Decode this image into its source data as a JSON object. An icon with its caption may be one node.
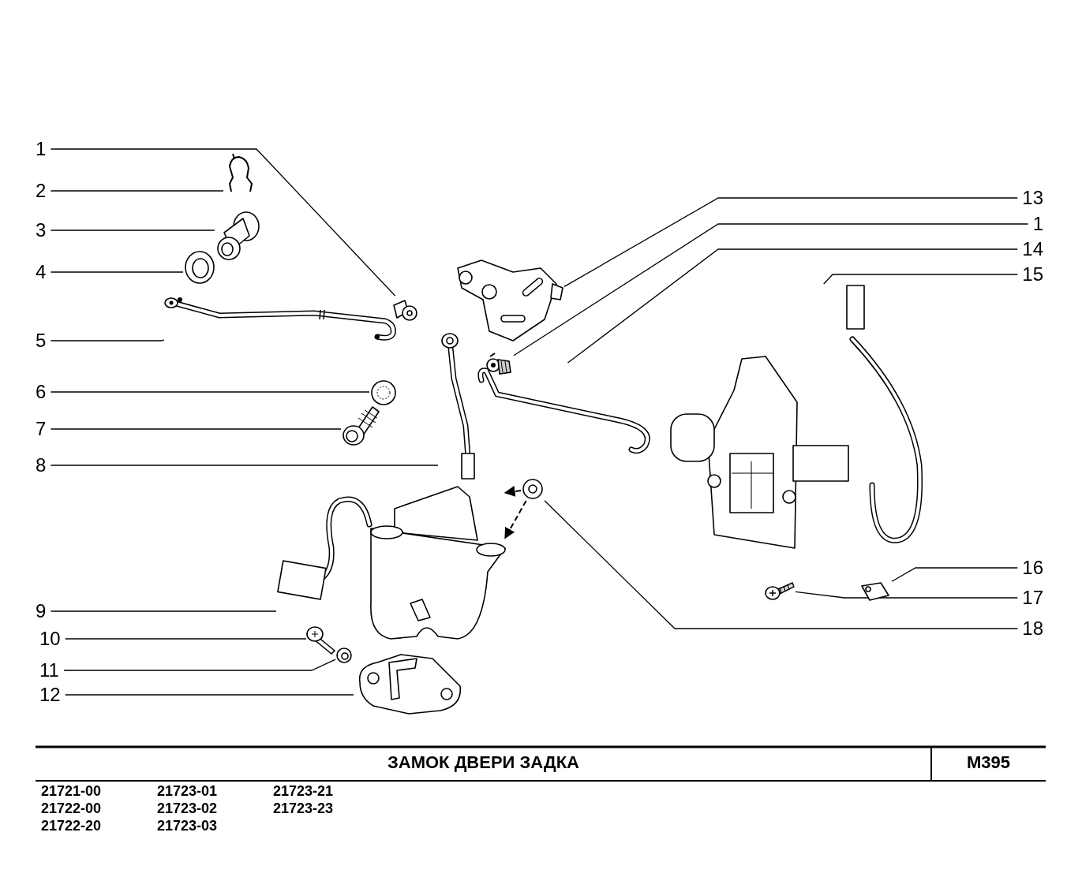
{
  "diagram": {
    "title": "ЗАМОК   ДВЕРИ   ЗАДКА",
    "nodes": [
      {
        "text": [
          "1"
        ]
      },
      {
        "text": [
          "2"
        ]
      },
      {
        "text": [
          "3"
        ]
      },
      {
        "text": [
          "4"
        ]
      },
      {
        "text": [
          "5"
        ]
      },
      {
        "text": [
          "6"
        ]
      },
      {
        "text": [
          "7"
        ]
      },
      {
        "text": [
          "8"
        ]
      },
      {
        "text": [
          "9"
        ]
      },
      {
        "text": [
          "10"
        ]
      },
      {
        "text": [
          "11"
        ]
      },
      {
        "text": [
          "12"
        ]
      },
      {
        "text": [
          "13"
        ]
      },
      {
        "text": [
          "1"
        ]
      },
      {
        "text": [
          "14"
        ]
      },
      {
        "text": [
          "15"
        ]
      },
      {
        "text": [
          "16"
        ]
      },
      {
        "text": [
          "17"
        ]
      },
      {
        "text": [
          "18"
        ]
      },
      {
        "text": [],
        "shape": "picture"
      },
      {
        "text": [],
        "shape": "picture"
      },
      {
        "text": [],
        "shape": "picture"
      },
      {
        "text": [],
        "shape": "picture"
      },
      {
        "text": [],
        "shape": "picture"
      },
      {
        "text": [],
        "shape": "picture"
      },
      {
        "text": [],
        "shape": "picture"
      },
      {
        "text": [],
        "shape": "picture"
      },
      {
        "text": [],
        "shape": "picture"
      },
      {
        "text": [],
        "shape": "picture"
      },
      {
        "text": [],
        "shape": "picture"
      },
      {
        "text": [],
        "shape": "picture"
      },
      {
        "text": [],
        "shape": "picture"
      },
      {
        "text": [],
        "shape": "picture"
      },
      {
        "text": [],
        "shape": "picture"
      },
      {
        "text": [],
        "shape": "picture"
      },
      {
        "text": [],
        "shape": "picture"
      },
      {
        "text": [],
        "shape": "picture"
      },
      {
        "text": [],
        "shape": "picture"
      }
    ],
    "edges": [
      {
        "from": 0,
        "to": 19,
        "arrow": "none"
      },
      {
        "from": 1,
        "to": 20,
        "arrow": "none"
      },
      {
        "from": 2,
        "to": 21,
        "arrow": "none"
      },
      {
        "from": 3,
        "to": 22,
        "arrow": "none"
      },
      {
        "from": 4,
        "to": 23,
        "arrow": "none"
      },
      {
        "from": 5,
        "to": 24,
        "arrow": "none"
      },
      {
        "from": 6,
        "to": 25,
        "arrow": "none"
      },
      {
        "from": 7,
        "to": 26,
        "arrow": "none"
      },
      {
        "from": 8,
        "to": 27,
        "arrow": "none"
      },
      {
        "from": 9,
        "to": 28,
        "arrow": "none"
      },
      {
        "from": 10,
        "to": 29,
        "arrow": "none"
      },
      {
        "from": 11,
        "to": 30,
        "arrow": "none"
      },
      {
        "from": 12,
        "to": 31,
        "arrow": "none"
      },
      {
        "from": 13,
        "to": 32,
        "arrow": "none"
      },
      {
        "from": 14,
        "to": 33,
        "arrow": "none"
      },
      {
        "from": 15,
        "to": 34,
        "arrow": "none"
      },
      {
        "from": 16,
        "to": 35,
        "arrow": "none"
      },
      {
        "from": 17,
        "to": 36,
        "arrow": "none"
      },
      {
        "from": 18,
        "to": 37,
        "arrow": "none"
      },
      {
        "from": 37,
        "to": 27,
        "arrow": "to",
        "style": "dashed"
      },
      {
        "from": 37,
        "to": 27,
        "arrow": "to",
        "style": "dashed"
      }
    ],
    "labels": [
      "M395",
      "21721-00",
      "21723-01",
      "21723-21",
      "21722-00",
      "21723-02",
      "21723-23",
      "21722-20",
      "21723-03"
    ]
  }
}
